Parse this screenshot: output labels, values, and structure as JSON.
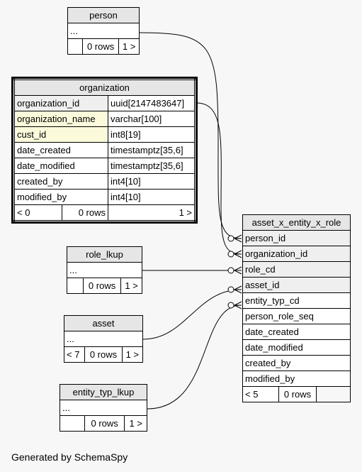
{
  "tables": {
    "person": {
      "name": "person",
      "ellipsis": "...",
      "rows": "0 rows",
      "children": "1 >"
    },
    "organization": {
      "name": "organization",
      "columns": [
        {
          "name": "organization_id",
          "type": "uuid[2147483647]"
        },
        {
          "name": "organization_name",
          "type": "varchar[100]"
        },
        {
          "name": "cust_id",
          "type": "int8[19]"
        },
        {
          "name": "date_created",
          "type": "timestamptz[35,6]"
        },
        {
          "name": "date_modified",
          "type": "timestamptz[35,6]"
        },
        {
          "name": "created_by",
          "type": "int4[10]"
        },
        {
          "name": "modified_by",
          "type": "int4[10]"
        }
      ],
      "parents": "< 0",
      "rows": "0 rows",
      "children": "1 >"
    },
    "role_lkup": {
      "name": "role_lkup",
      "ellipsis": "...",
      "rows": "0 rows",
      "children": "1 >"
    },
    "asset": {
      "name": "asset",
      "ellipsis": "...",
      "parents": "< 7",
      "rows": "0 rows",
      "children": "1 >"
    },
    "entity_typ_lkup": {
      "name": "entity_typ_lkup",
      "ellipsis": "...",
      "rows": "0 rows",
      "children": "1 >"
    },
    "asset_x_entity_x_role": {
      "name": "asset_x_entity_x_role",
      "columns": [
        "person_id",
        "organization_id",
        "role_cd",
        "asset_id",
        "entity_typ_cd",
        "person_role_seq",
        "date_created",
        "date_modified",
        "created_by",
        "modified_by"
      ],
      "parents": "< 5",
      "rows": "0 rows"
    }
  },
  "footer": "Generated by SchemaSpy"
}
